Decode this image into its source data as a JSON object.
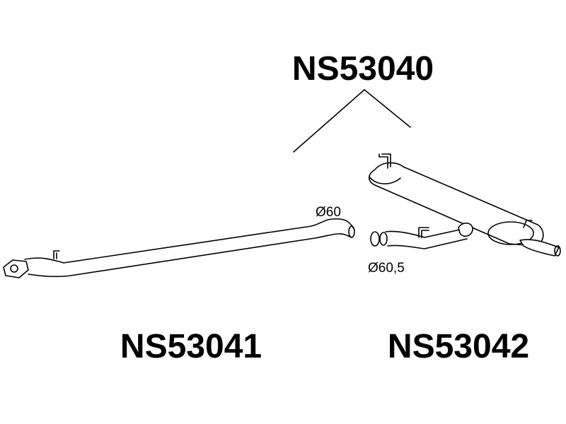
{
  "assembly": {
    "part_number": "NS53040"
  },
  "parts": [
    {
      "part_number": "NS53041",
      "diameter": "60"
    },
    {
      "part_number": "NS53042",
      "diameter": "60,5"
    }
  ],
  "colors": {
    "line": "#000000",
    "background": "#ffffff"
  }
}
